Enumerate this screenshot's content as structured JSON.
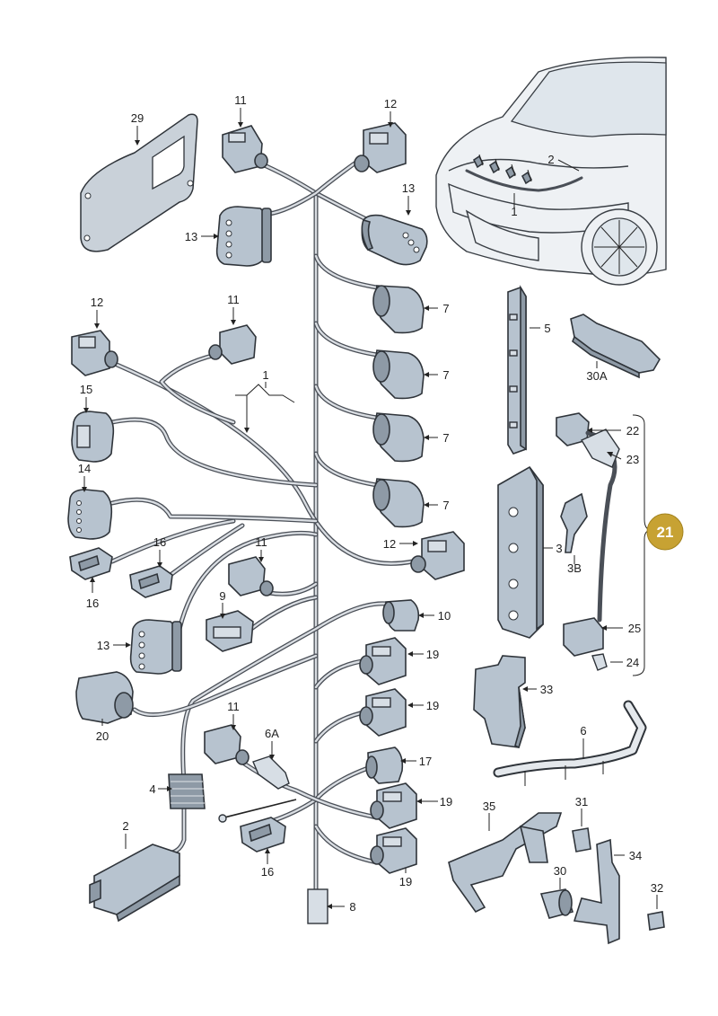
{
  "callouts": {
    "c29": "29",
    "c11a": "11",
    "c12a": "12",
    "c13a": "13",
    "c13b": "13",
    "c2car": "2",
    "c1car": "1",
    "c12b": "12",
    "c11b": "11",
    "c1": "1",
    "c7a": "7",
    "c7b": "7",
    "c7c": "7",
    "c7d": "7",
    "c5": "5",
    "c30a": "30A",
    "c15": "15",
    "c14": "14",
    "c16a": "16",
    "c16b": "16",
    "c11c": "11",
    "c12c": "12",
    "c22": "22",
    "c23": "23",
    "c3": "3",
    "c3b": "3B",
    "c9": "9",
    "c13c": "13",
    "c10": "10",
    "c25": "25",
    "c24": "24",
    "c19a": "19",
    "c19b": "19",
    "c33": "33",
    "c20": "20",
    "c11d": "11",
    "c6a": "6A",
    "c17": "17",
    "c6": "6",
    "c4": "4",
    "c19c": "19",
    "c2": "2",
    "c16c": "16",
    "c19d": "19",
    "c35": "35",
    "c31": "31",
    "c34": "34",
    "c30": "30",
    "c32": "32",
    "c8": "8"
  },
  "badge": {
    "label": "21",
    "color": "#c7a233"
  },
  "colors": {
    "part": "#b7c3cf",
    "wire": "#4a4f57",
    "badge": "#c7a233"
  }
}
